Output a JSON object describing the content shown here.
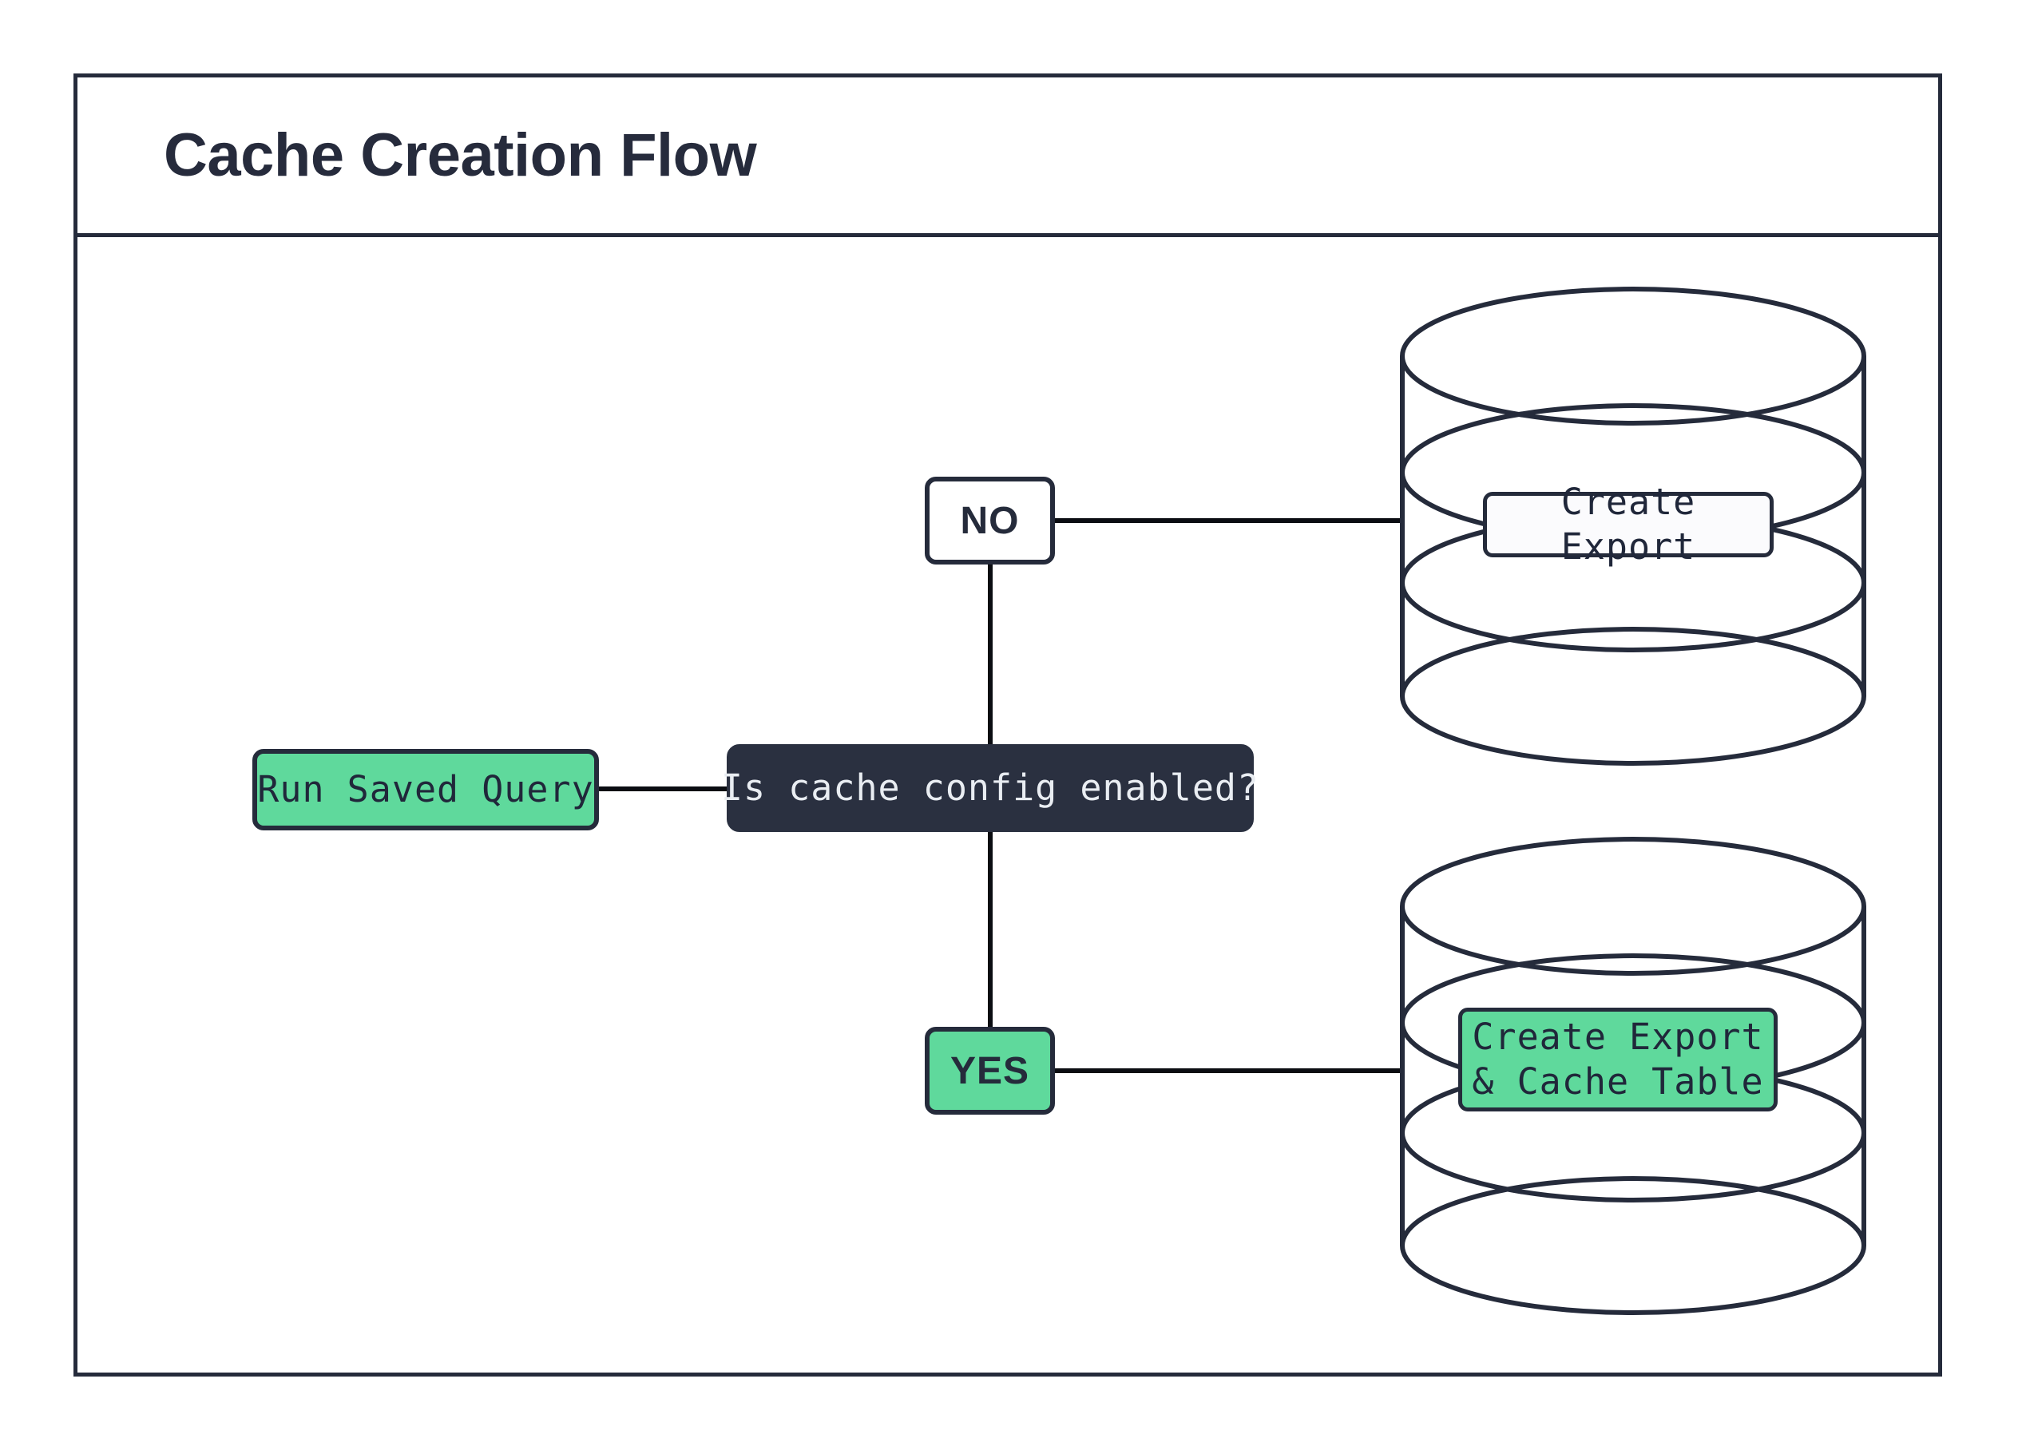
{
  "diagram": {
    "title": "Cache Creation Flow",
    "colors": {
      "stroke": "#252b3b",
      "accent_green": "#5fd99c",
      "decision_dark": "#2a3040",
      "decision_text": "#e9edf2",
      "canvas": "#ffffff"
    },
    "nodes": [
      {
        "id": "run-saved-query",
        "label": "Run Saved Query",
        "shape": "rounded-rect",
        "fill": "#5fd99c"
      },
      {
        "id": "decision",
        "label": "Is cache config enabled?",
        "shape": "rounded-rect",
        "fill": "#2a3040"
      },
      {
        "id": "no",
        "label": "NO",
        "shape": "rounded-rect",
        "fill": "#ffffff"
      },
      {
        "id": "yes",
        "label": "YES",
        "shape": "rounded-rect",
        "fill": "#5fd99c"
      },
      {
        "id": "create-export",
        "label": "Create Export",
        "shape": "database-cylinder",
        "fill": "#fbfbfd"
      },
      {
        "id": "create-export-cache-table",
        "label": "Create Export\n& Cache Table",
        "shape": "database-cylinder",
        "fill": "#5fd99c"
      }
    ],
    "edges": [
      {
        "from": "run-saved-query",
        "to": "decision",
        "label": ""
      },
      {
        "from": "decision",
        "to": "no",
        "label": ""
      },
      {
        "from": "decision",
        "to": "yes",
        "label": ""
      },
      {
        "from": "no",
        "to": "create-export",
        "label": ""
      },
      {
        "from": "yes",
        "to": "create-export-cache-table",
        "label": ""
      }
    ]
  }
}
